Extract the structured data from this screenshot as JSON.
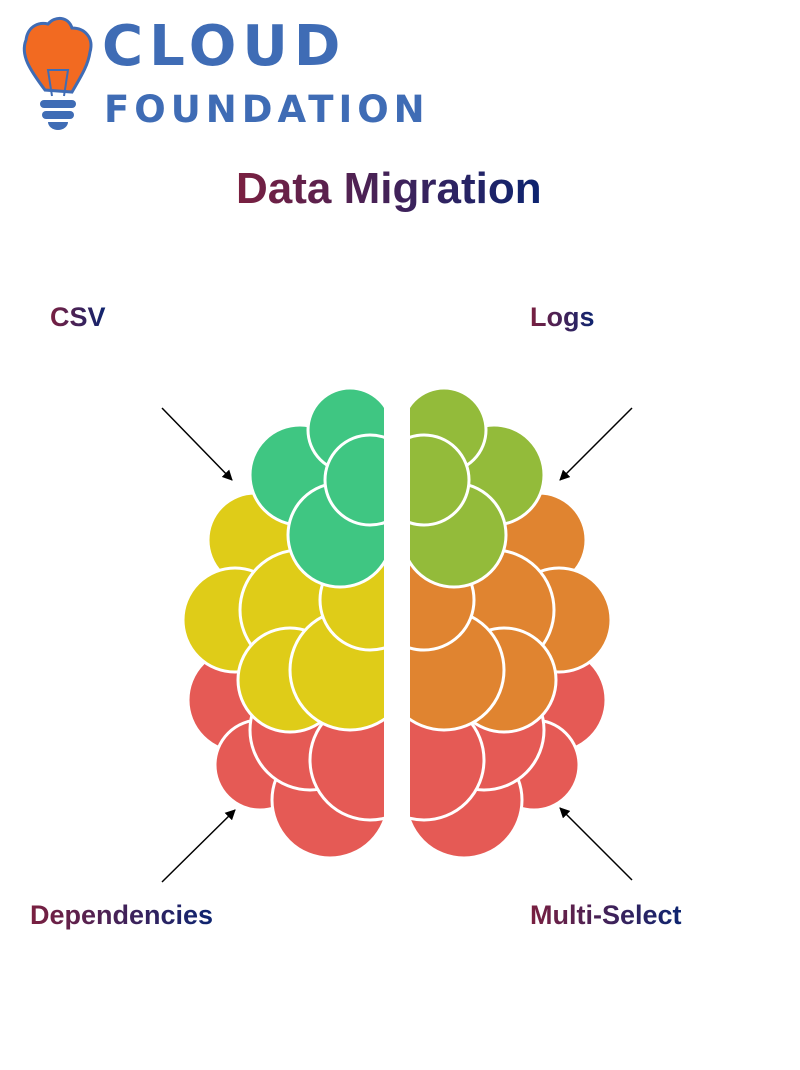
{
  "logo": {
    "line1": "CLOUD",
    "line2": "FOUNDATION"
  },
  "title": "Data Migration",
  "labels": {
    "top_left": "CSV",
    "top_right": "Logs",
    "bottom_left": "Dependencies",
    "bottom_right": "Multi-Select"
  },
  "colors": {
    "brand_blue": "#3f6cb5",
    "bulb_orange": "#f26a21",
    "green": "#3fc682",
    "lime": "#93bb3a",
    "yellow": "#dfcc18",
    "orange": "#e08430",
    "red": "#e55a55"
  }
}
